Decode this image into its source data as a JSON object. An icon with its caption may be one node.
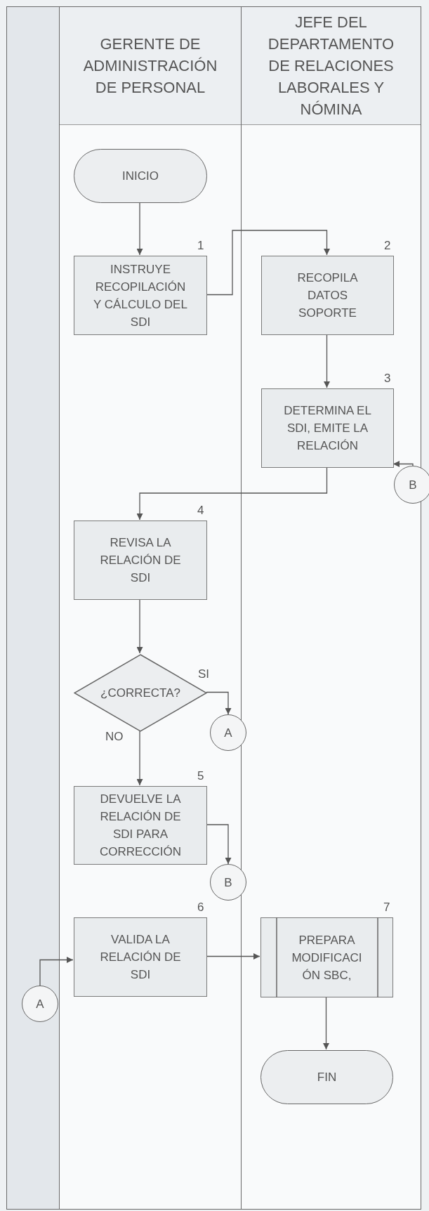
{
  "diagram": {
    "nodes": [
      {
        "text": [
          "GERENTE DE ADMINISTRACIÓN DE PERSONAL"
        ]
      },
      {
        "text": [
          "JEFE DEL DEPARTAMENTO DE RELACIONES LABORALES Y NÓMINA"
        ]
      },
      {
        "text": [
          "INICIO"
        ],
        "in": 0
      },
      {
        "text": [
          "INSTRUYE RECOPILACIÓN Y CÁLCULO DEL SDI"
        ],
        "in": 0,
        "beside": [
          "1"
        ]
      },
      {
        "text": [
          "RECOPILA DATOS SOPORTE"
        ],
        "in": 1,
        "beside": [
          "2"
        ]
      },
      {
        "text": [
          "DETERMINA EL SDI,  EMITE LA RELACIÓN"
        ],
        "in": 1,
        "beside": [
          "3"
        ]
      },
      {
        "text": [
          "B"
        ]
      },
      {
        "text": [
          "REVISA LA RELACIÓN DE SDI"
        ],
        "in": 0,
        "beside": [
          "4"
        ]
      },
      {
        "text": [
          "¿CORRECTA?"
        ],
        "in": 0
      },
      {
        "text": [
          "A"
        ]
      },
      {
        "text": [
          "DEVUELVE LA RELACIÓN DE SDI PARA CORRECCIÓN"
        ],
        "in": 0,
        "beside": [
          "5"
        ]
      },
      {
        "text": [
          "B"
        ]
      },
      {
        "text": [
          "A"
        ]
      },
      {
        "text": [
          "VALIDA LA RELACIÓN DE SDI"
        ],
        "in": 0,
        "beside": [
          "6"
        ]
      },
      {
        "text": [
          "PREPARA MODIFICACI ÓN SBC,"
        ],
        "in": 1,
        "beside": [
          "7"
        ]
      },
      {
        "text": [
          "FIN"
        ],
        "in": 1
      }
    ],
    "edges": [
      {
        "from": 2,
        "to": 3,
        "arrow": "to"
      },
      {
        "from": 3,
        "to": 4,
        "arrow": "to"
      },
      {
        "from": 4,
        "to": 5,
        "arrow": "to"
      },
      {
        "from": 5,
        "to": 7,
        "arrow": "to"
      },
      {
        "from": 6,
        "to": 5,
        "arrow": "to"
      },
      {
        "from": 7,
        "to": 8,
        "arrow": "to"
      },
      {
        "from": 8,
        "to": 9,
        "arrow": "to",
        "label": "SI"
      },
      {
        "from": 8,
        "to": 10,
        "arrow": "to",
        "label": "NO"
      },
      {
        "from": 10,
        "to": 11,
        "arrow": "to"
      },
      {
        "from": 12,
        "to": 13,
        "arrow": "to"
      },
      {
        "from": 13,
        "to": 14,
        "arrow": "to"
      },
      {
        "from": 14,
        "to": 15,
        "arrow": "to"
      }
    ]
  }
}
